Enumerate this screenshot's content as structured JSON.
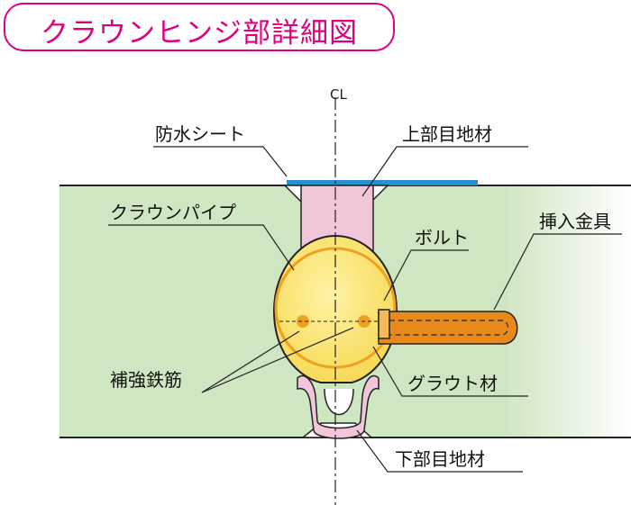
{
  "title": "クラウンヒンジ部詳細図",
  "centerline_symbol": "CL",
  "labels": {
    "waterproof_sheet": "防水シート",
    "upper_joint_material": "上部目地材",
    "crown_pipe": "クラウンパイプ",
    "bolt": "ボルト",
    "insert_fitting": "挿入金具",
    "reinforcing_bar": "補強鉄筋",
    "grout_material": "グラウト材",
    "lower_joint_material": "下部目地材"
  },
  "colors": {
    "title_accent": "#e0007f",
    "slab_green": "#cfe6c2",
    "joint_pink": "#f2c6da",
    "grout_yellow": "#fbe57a",
    "pipe_orange": "#f0a020",
    "fitting_orange": "#e88a1a",
    "waterproof_blue": "#2a8fd0"
  }
}
